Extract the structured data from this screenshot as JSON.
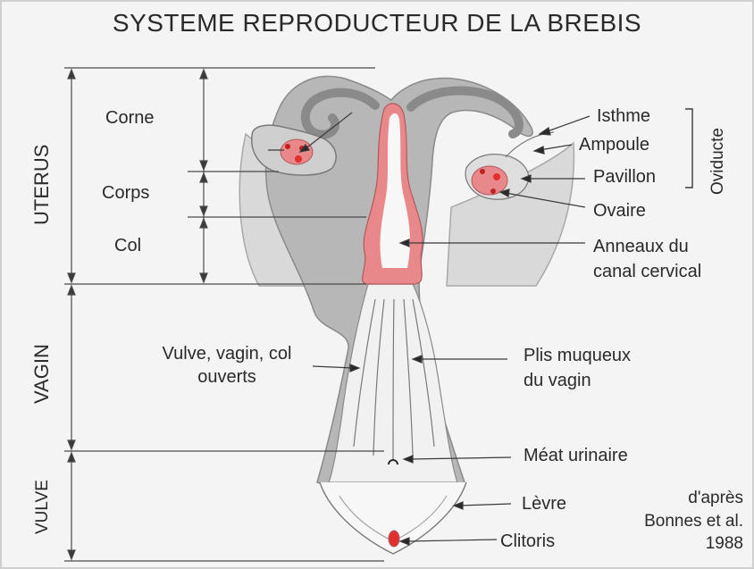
{
  "title": "SYSTEME REPRODUCTEUR DE LA BREBIS",
  "sections": {
    "uterus": "UTERUS",
    "vagin": "VAGIN",
    "vulve": "VULVE"
  },
  "uterus_parts": {
    "corne": "Corne",
    "corps": "Corps",
    "col": "Col"
  },
  "oviducte": {
    "label": "Oviducte",
    "isthme": "Isthme",
    "ampoule": "Ampoule",
    "pavillon": "Pavillon"
  },
  "labels": {
    "ovaire": "Ovaire",
    "anneaux_line1": "Anneaux du",
    "anneaux_line2": "canal cervical",
    "vulve_open_line1": "Vulve, vagin, col",
    "vulve_open_line2": "ouverts",
    "plis_line1": "Plis muqueux",
    "plis_line2": "du vagin",
    "meat": "Méat urinaire",
    "levre": "Lèvre",
    "clitoris": "Clitoris"
  },
  "credit": {
    "line1": "d'après",
    "line2": "Bonnes et al.",
    "line3": "1988"
  },
  "colors": {
    "wall": "#b3b3b3",
    "mucosa": "#e8888a",
    "ovary_red": "#e03030",
    "line": "#3a3a3a",
    "background": "#f4f4f4"
  }
}
